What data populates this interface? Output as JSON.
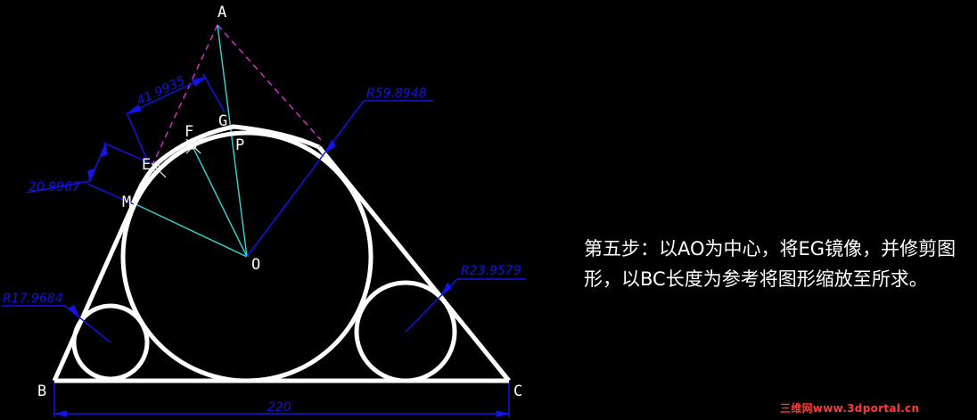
{
  "points": {
    "A": "A",
    "B": "B",
    "C": "C",
    "O": "O",
    "E": "E",
    "F": "F",
    "G": "G",
    "P": "P",
    "M": "M"
  },
  "dimensions": {
    "aligned_top": "41.9935",
    "aligned_left": "20.9967",
    "radius_large": "R59.8948",
    "radius_small_left": "R17.9684",
    "radius_small_right": "R23.9579",
    "base_length": "220"
  },
  "instruction": {
    "line1": "第五步：以AO为中心，将EG镜像，并修剪图",
    "line2": "形，以BC长度为参考将图形缩放至所求。"
  },
  "watermark": "三维网www.3dportal.cn",
  "colors": {
    "background": "#000000",
    "geometry": "#ffffff",
    "dimension": "#1414e6",
    "construction_dashed": "#cc33cc",
    "center_lines": "#33cccc",
    "watermark": "#ff3a3a"
  }
}
